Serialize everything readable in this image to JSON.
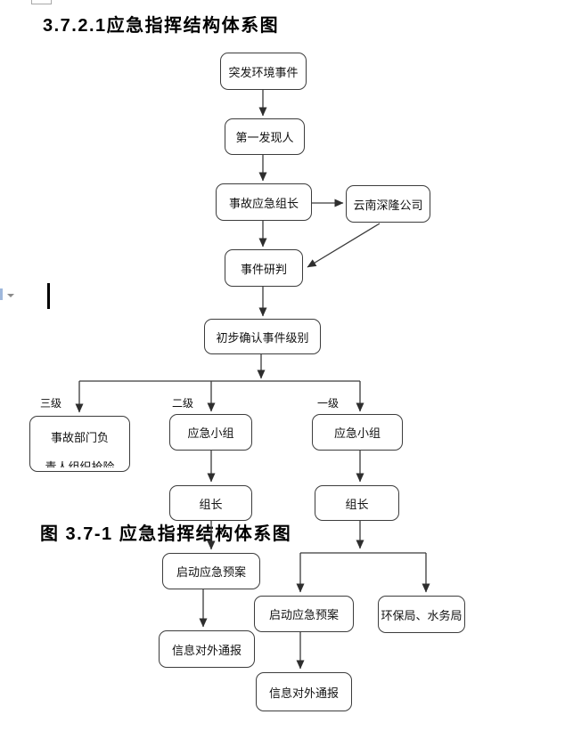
{
  "heading": "3.7.2.1应急指挥结构体系图",
  "caption": "图 3.7-1 应急指挥结构体系图",
  "nodes": {
    "incident": "突发环境事件",
    "discoverer": "第一发现人",
    "leader": "事故应急组长",
    "company": "云南深隆公司",
    "judgment": "事件研判",
    "confirm_level": "初步确认事件级别",
    "dept_line1": "事故部门负",
    "dept_line2": "责人组织抢险",
    "team_level2": "应急小组",
    "team_level1": "应急小组",
    "head_level2": "组长",
    "head_level1": "组长",
    "plan_level2": "启动应急预案",
    "plan_level1": "启动应急预案",
    "bureaus": "环保局、水务局",
    "report_level2": "信息对外通报",
    "report_level1": "信息对外通报"
  },
  "branch_labels": {
    "level3": "三级",
    "level2": "二级",
    "level1": "一级"
  },
  "colors": {
    "line": "#3a3a3a",
    "arrowhead": "#2e2e2e",
    "box_border": "#3c3c3c",
    "text": "#000000",
    "margin_mark_blue": "#9fb8dc"
  }
}
